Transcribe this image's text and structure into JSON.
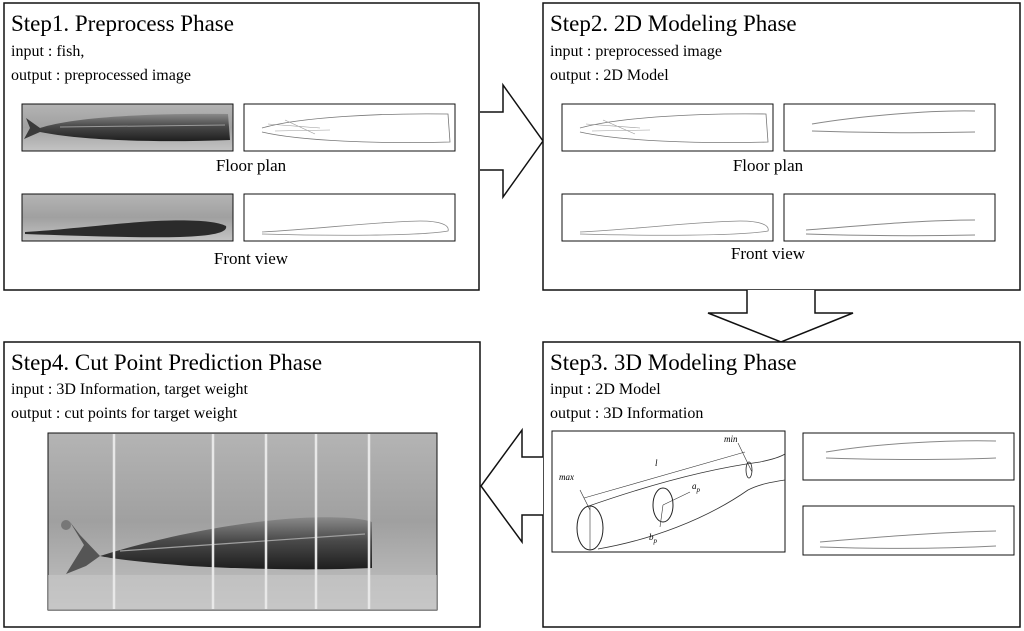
{
  "steps": {
    "step1": {
      "title": "Step1. Preprocess Phase",
      "input": "input : fish,",
      "output": "output : preprocessed image",
      "caption_top": "Floor plan",
      "caption_bottom": "Front view"
    },
    "step2": {
      "title": "Step2. 2D Modeling Phase",
      "input": "input : preprocessed image",
      "output": "output : 2D Model",
      "caption_top": "Floor plan",
      "caption_bottom": "Front view"
    },
    "step3": {
      "title": "Step3. 3D Modeling Phase",
      "input": "input : 2D Model",
      "output": "output : 3D Information",
      "labels": {
        "max": "max",
        "min": "min",
        "l": "l",
        "a": "a",
        "a_sub": "p",
        "b": "b",
        "b_sub": "p"
      }
    },
    "step4": {
      "title": "Step4. Cut Point Prediction Phase",
      "input": "input : 3D Information, target weight",
      "output": "output : cut points for target weight"
    }
  },
  "colors": {
    "border": "#111111",
    "photo_bg": "#9a9a9a",
    "fish_dark": "#2e2e2e"
  }
}
